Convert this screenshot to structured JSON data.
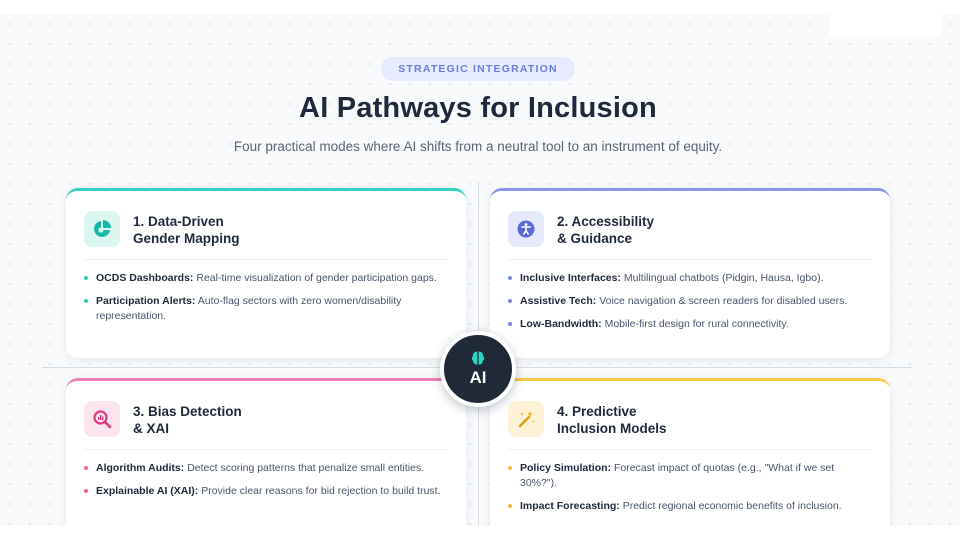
{
  "header": {
    "tag": "STRATEGIC INTEGRATION",
    "title": "AI Pathways for Inclusion",
    "subtitle": "Four practical modes where AI shifts from a neutral tool to an instrument of equity."
  },
  "hub": {
    "label": "AI",
    "icon": "brain-icon"
  },
  "cards": [
    {
      "title_line1": "1. Data-Driven",
      "title_line2": "Gender Mapping",
      "icon": "pie-chart-icon",
      "accent": "#34d3c1",
      "items": [
        {
          "label": "OCDS Dashboards:",
          "text": "Real-time visualization of gender participation gaps."
        },
        {
          "label": "Participation Alerts:",
          "text": "Auto-flag sectors with zero women/disability representation."
        }
      ]
    },
    {
      "title_line1": "2. Accessibility",
      "title_line2": "& Guidance",
      "icon": "accessibility-icon",
      "accent": "#8b95ea",
      "items": [
        {
          "label": "Inclusive Interfaces:",
          "text": "Multilingual chatbots (Pidgin, Hausa, Igbo)."
        },
        {
          "label": "Assistive Tech:",
          "text": "Voice navigation & screen readers for disabled users."
        },
        {
          "label": "Low-Bandwidth:",
          "text": "Mobile-first design for rural connectivity."
        }
      ]
    },
    {
      "title_line1": "3. Bias Detection",
      "title_line2": "& XAI",
      "icon": "magnifier-chart-icon",
      "accent": "#ef7fb9",
      "items": [
        {
          "label": "Algorithm Audits:",
          "text": "Detect scoring patterns that penalize small entities."
        },
        {
          "label": "Explainable AI (XAI):",
          "text": "Provide clear reasons for bid rejection to build trust."
        }
      ]
    },
    {
      "title_line1": "4. Predictive",
      "title_line2": "Inclusion Models",
      "icon": "magic-wand-icon",
      "accent": "#f4c84a",
      "items": [
        {
          "label": "Policy Simulation:",
          "text": "Forecast impact of quotas (e.g., \"What if we set 30%?\")."
        },
        {
          "label": "Impact Forecasting:",
          "text": "Predict regional economic benefits of inclusion."
        }
      ]
    }
  ]
}
